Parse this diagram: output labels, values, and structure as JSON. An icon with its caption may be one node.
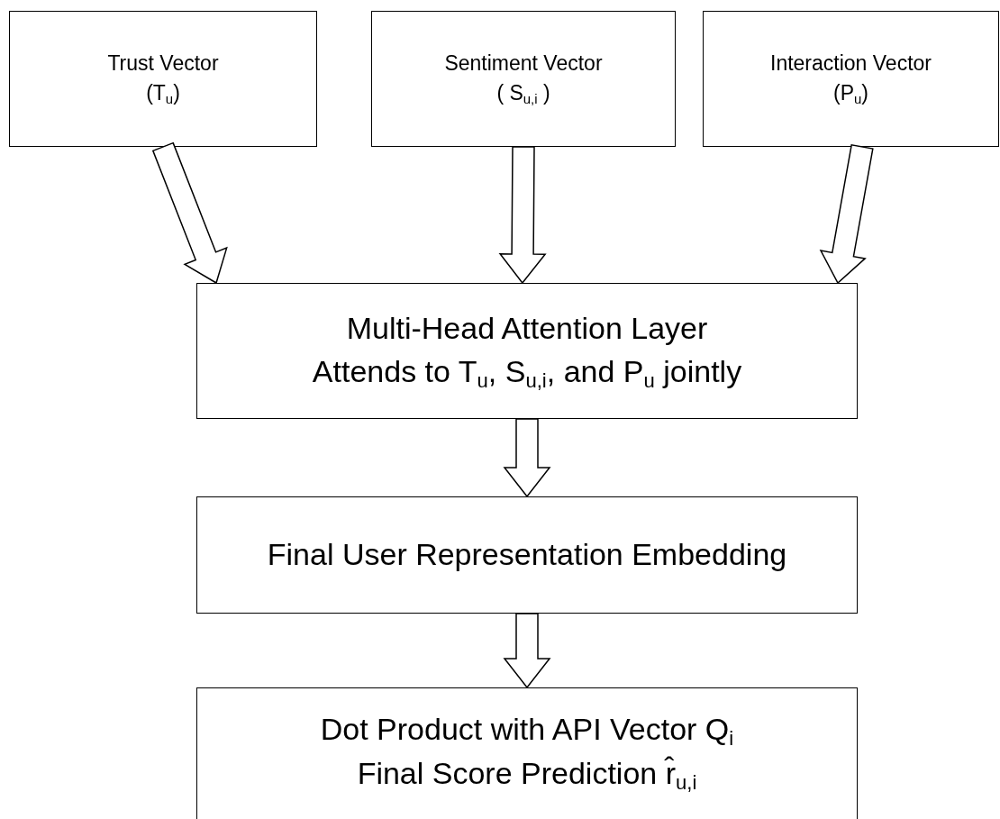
{
  "diagram": {
    "nodes": [
      {
        "text": [
          "Trust Vector",
          "(T$_{u}$)"
        ]
      },
      {
        "text": [
          "Sentiment Vector",
          "( S$_{u,i}$ )"
        ]
      },
      {
        "text": [
          "Interaction Vector",
          "(P$_{u}$)"
        ]
      },
      {
        "text": [
          "Multi-Head Attention Layer",
          "Attends to T$_{u}$, S$_{u,i}$, and P$_{u}$ jointly"
        ]
      },
      {
        "text": [
          "Final User Representation Embedding"
        ]
      },
      {
        "text": [
          "Dot Product with API Vector Q$_{i}$",
          "Final Score Prediction r̂$_{u,i}$"
        ]
      }
    ],
    "edges": [
      {
        "from": 0,
        "to": 3,
        "arrow": "to"
      },
      {
        "from": 1,
        "to": 3,
        "arrow": "to"
      },
      {
        "from": 2,
        "to": 3,
        "arrow": "to"
      },
      {
        "from": 3,
        "to": 4,
        "arrow": "to"
      },
      {
        "from": 4,
        "to": 5,
        "arrow": "to"
      }
    ]
  }
}
